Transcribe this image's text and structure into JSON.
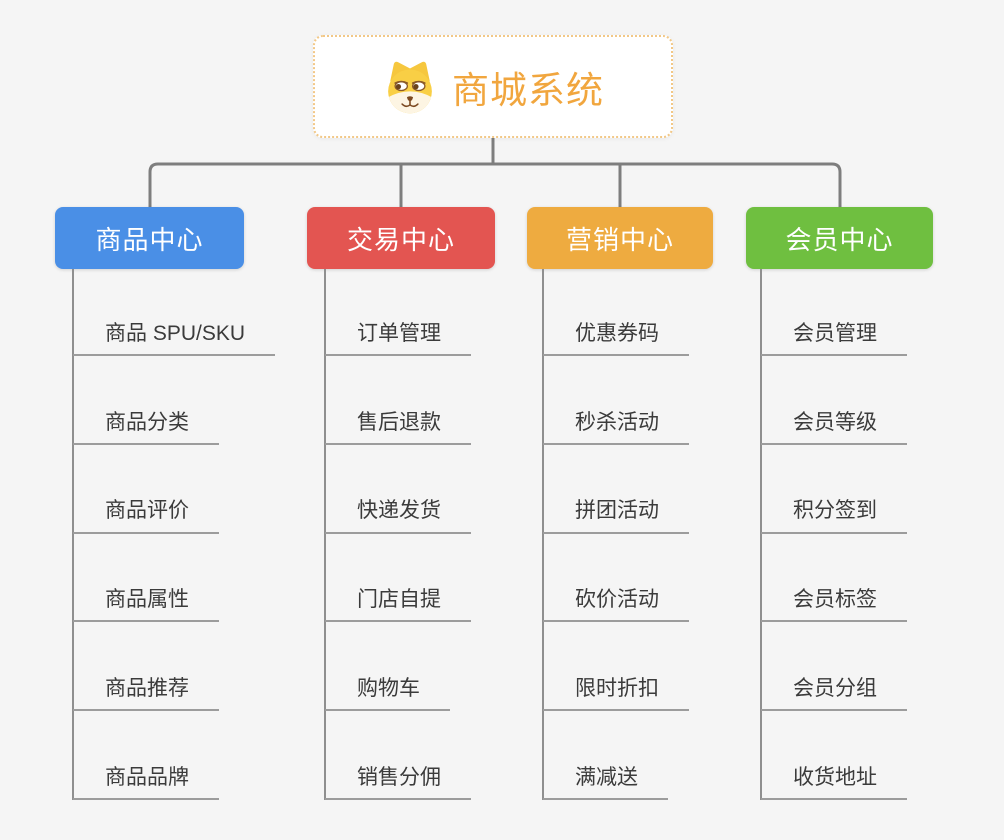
{
  "canvas": {
    "background": "#f5f5f5",
    "connector_color": "#7e7e7e",
    "spine_color": "#8f8f8f",
    "underline_color": "#9c9c9c"
  },
  "root": {
    "title": "商城系统",
    "title_color": "#f1a63e",
    "border_color": "#f2c887",
    "icon": "shiba-dog-icon"
  },
  "branches": [
    {
      "label": "商品中心",
      "color": "#4a8fe6",
      "children": [
        "商品 SPU/SKU",
        "商品分类",
        "商品评价",
        "商品属性",
        "商品推荐",
        "商品品牌"
      ]
    },
    {
      "label": "交易中心",
      "color": "#e35551",
      "children": [
        "订单管理",
        "售后退款",
        "快递发货",
        "门店自提",
        "购物车",
        "销售分佣"
      ]
    },
    {
      "label": "营销中心",
      "color": "#eeab40",
      "children": [
        "优惠券码",
        "秒杀活动",
        "拼团活动",
        "砍价活动",
        "限时折扣",
        "满减送"
      ]
    },
    {
      "label": "会员中心",
      "color": "#6fbf40",
      "children": [
        "会员管理",
        "会员等级",
        "积分签到",
        "会员标签",
        "会员分组",
        "收货地址"
      ]
    }
  ]
}
